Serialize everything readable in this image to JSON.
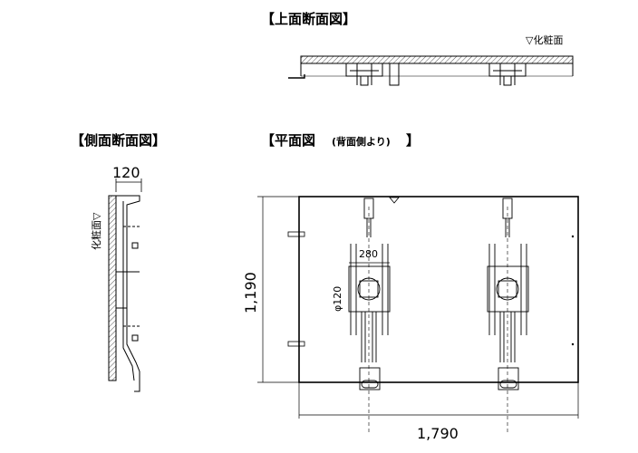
{
  "views": {
    "top_section": {
      "title": "【上面断面図】",
      "finish_label": "▽化粧面"
    },
    "side_section": {
      "title": "【側面断面図】",
      "width_dim": "120",
      "finish_label": "化粧面▽"
    },
    "plan": {
      "title": "【平面図",
      "title_note": "(背面側より)",
      "title_close": "】",
      "bracket_width_dim": "280",
      "hole_diameter_dim": "φ120",
      "width_dim": "1,790",
      "height_dim": "1,190"
    }
  },
  "colors": {
    "line": "#000000",
    "hatch": "#555555",
    "paper": "#ffffff"
  }
}
